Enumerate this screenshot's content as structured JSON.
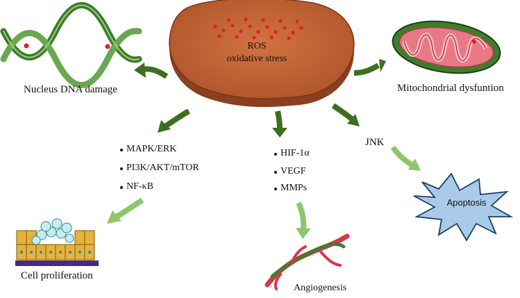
{
  "center": {
    "line1": "ROS",
    "line2": "oxidative stress"
  },
  "labels": {
    "dna": "Nucleus DNA damage",
    "mito": "Mitochondrial dysfuntion",
    "cell": "Cell proliferation",
    "angio": "Angiogenesis",
    "apoptosis": "Apoptosis",
    "jnk": "JNK"
  },
  "pathway_left": [
    "MAPK/ERK",
    "PI3K/AKT/mTOR",
    "NF-κB"
  ],
  "pathway_mid": [
    "HIF-1α",
    "VEGF",
    "MMPs"
  ],
  "colors": {
    "slab_top": "#c8643a",
    "slab_side": "#8a3f1f",
    "dark_arrow": "#3e6e1f",
    "light_arrow": "#8fc66b",
    "ros_dots": "#e0202a",
    "apoptosis_fill": "#a9cbe8"
  }
}
